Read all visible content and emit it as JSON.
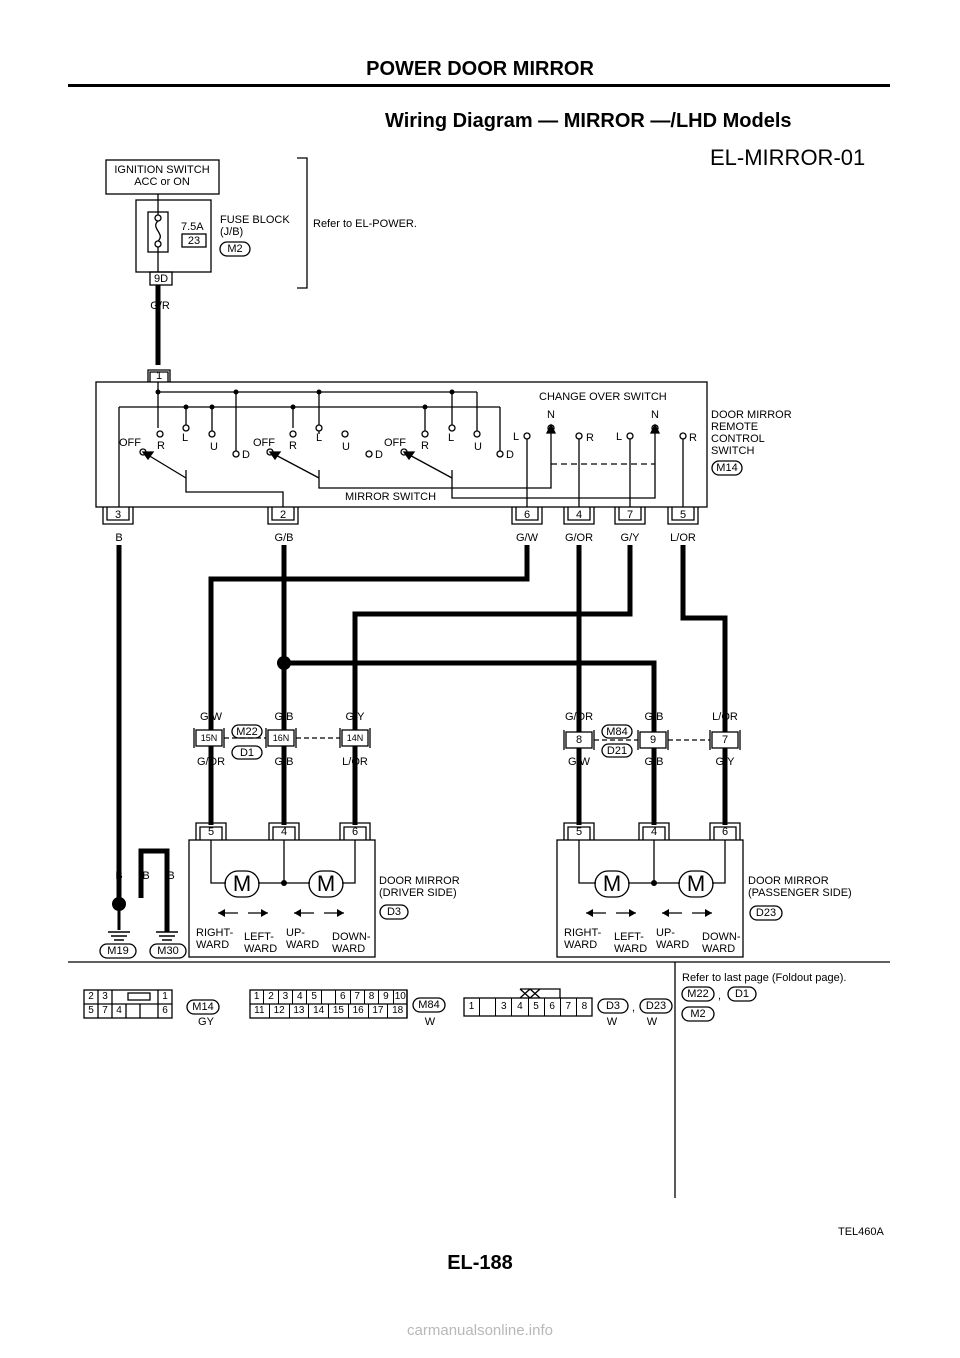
{
  "section_title": "POWER DOOR MIRROR",
  "diagram_title": "Wiring Diagram — MIRROR —/LHD Models",
  "diagram_code": "EL-MIRROR-01",
  "ign_line1": "IGNITION SWITCH",
  "ign_line2": "ACC or ON",
  "fuse_amp": "7.5A",
  "fuse_no": "23",
  "fuse_block_line1": "FUSE BLOCK",
  "fuse_block_line2": "(J/B)",
  "conn_m2": "M2",
  "refer_power": "Refer to EL-POWER.",
  "term_9d": "9D",
  "wire_gr": "G/R",
  "sw_term1": "1",
  "change_over_switch": "CHANGE OVER SWITCH",
  "mirror_switch": "MIRROR SWITCH",
  "lbl_off": "OFF",
  "lbl_r": "R",
  "lbl_l": "L",
  "lbl_u": "U",
  "lbl_d": "D",
  "lbl_n": "N",
  "ctrl_line1": "DOOR MIRROR",
  "ctrl_line2": "REMOTE",
  "ctrl_line3": "CONTROL",
  "ctrl_line4": "SWITCH",
  "conn_m14": "M14",
  "sw_terms": [
    {
      "no": "3",
      "wire": "B"
    },
    {
      "no": "2",
      "wire": "G/B"
    },
    {
      "no": "6",
      "wire": "G/W"
    },
    {
      "no": "4",
      "wire": "G/OR"
    },
    {
      "no": "7",
      "wire": "G/Y"
    },
    {
      "no": "5",
      "wire": "L/OR"
    }
  ],
  "left_joint": {
    "conn_top": "M22",
    "conn_bot": "D1",
    "pins": [
      {
        "no": "15N",
        "top": "G/W",
        "bot": "G/OR"
      },
      {
        "no": "16N",
        "top": "G/B",
        "bot": "G/B"
      },
      {
        "no": "14N",
        "top": "G/Y",
        "bot": "L/OR"
      }
    ]
  },
  "right_joint": {
    "conn_top": "M84",
    "conn_bot": "D21",
    "pins": [
      {
        "no": "8",
        "top": "G/OR",
        "bot": "G/W"
      },
      {
        "no": "9",
        "top": "G/B",
        "bot": "G/B"
      },
      {
        "no": "7",
        "top": "L/OR",
        "bot": "G/Y"
      }
    ]
  },
  "mirror_terms": [
    "5",
    "4",
    "6"
  ],
  "motor": "M",
  "driver_line1": "DOOR MIRROR",
  "driver_line2": "(DRIVER SIDE)",
  "conn_d3": "D3",
  "passenger_line1": "DOOR MIRROR",
  "passenger_line2": "(PASSENGER SIDE)",
  "conn_d23": "D23",
  "dir_right_1": "RIGHT-",
  "dir_left_1": "LEFT-",
  "dir_up_1": "UP-",
  "dir_down_1": "DOWN-",
  "dir_ward": "WARD",
  "ground_wire": "B",
  "conn_m19": "M19",
  "conn_m30": "M30",
  "bottom": {
    "m14_top": [
      "2",
      "3",
      "",
      "1"
    ],
    "m14_bot": [
      "5",
      "7",
      "4",
      "",
      "6"
    ],
    "m14_name": "M14",
    "m14_color": "GY",
    "m84_top": [
      "1",
      "2",
      "3",
      "4",
      "5",
      "",
      "6",
      "7",
      "8",
      "9",
      "10"
    ],
    "m84_bot": [
      "11",
      "12",
      "13",
      "14",
      "15",
      "16",
      "17",
      "18"
    ],
    "m84_name": "M84",
    "m84_color": "W",
    "d_cells": [
      "1",
      "",
      "3",
      "4",
      "5",
      "6",
      "7",
      "8"
    ],
    "d3_name": "D3",
    "d3_color": "W",
    "comma": ",",
    "d23_name": "D23",
    "d23_color": "W",
    "refer_last": "Refer to last page (Foldout page).",
    "refer_m22": "M22",
    "refer_d1": "D1",
    "refer_m2": "M2"
  },
  "ref_code": "TEL460A",
  "page_no": "EL-188",
  "watermark": "carmanualsonline.info"
}
